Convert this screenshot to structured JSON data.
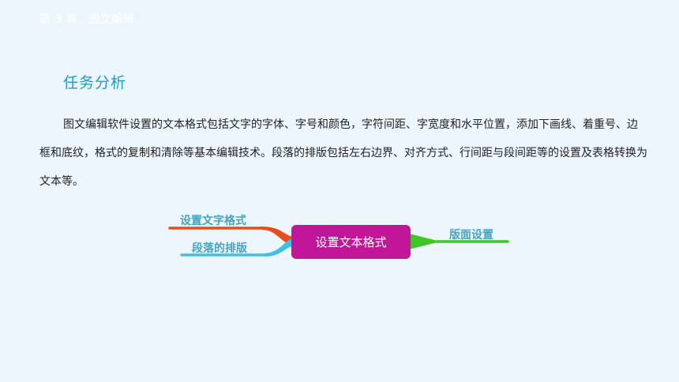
{
  "header": {
    "chapter": "第 3 章",
    "chapter_title": "图文编辑"
  },
  "section": {
    "title": "任务分析"
  },
  "paragraph": {
    "text": "图文编辑软件设置的文本格式包括文字的字体、字号和颜色，字符间距、字宽度和水平位置，添加下画线、着重号、边框和底纹，格式的复制和清除等基本编辑技术。段落的排版包括左右边界、对齐方式、行间距与段间距等的设置及表格转换为文本等。"
  },
  "mindmap": {
    "center": "设置文本格式",
    "branches": {
      "text_format": "设置文字格式",
      "paragraph_layout": "段落的排版",
      "page_setup": "版面设置"
    },
    "colors": {
      "center": "#c2169a",
      "branch_text_format": "#e84e1b",
      "branch_paragraph_layout": "#3fc0e4",
      "branch_page_setup": "#3ec728"
    }
  }
}
